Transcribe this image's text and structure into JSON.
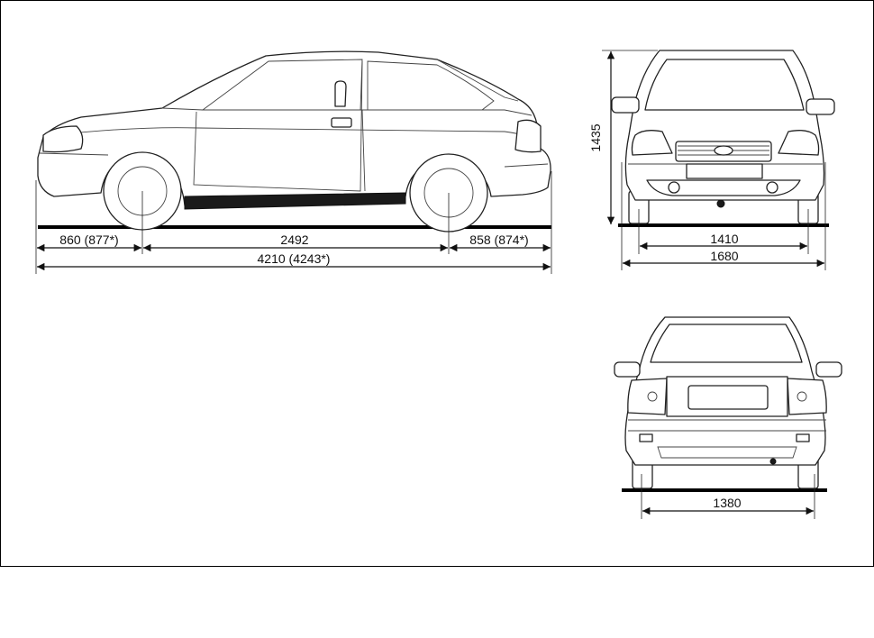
{
  "dimensions": {
    "front_overhang": "860 (877*)",
    "wheelbase": "2492",
    "rear_overhang": "858 (874*)",
    "overall_length": "4210 (4243*)",
    "height": "1435",
    "front_track": "1410",
    "overall_width": "1680",
    "rear_track": "1380"
  },
  "views": [
    "side-view",
    "front-view",
    "rear-view"
  ]
}
